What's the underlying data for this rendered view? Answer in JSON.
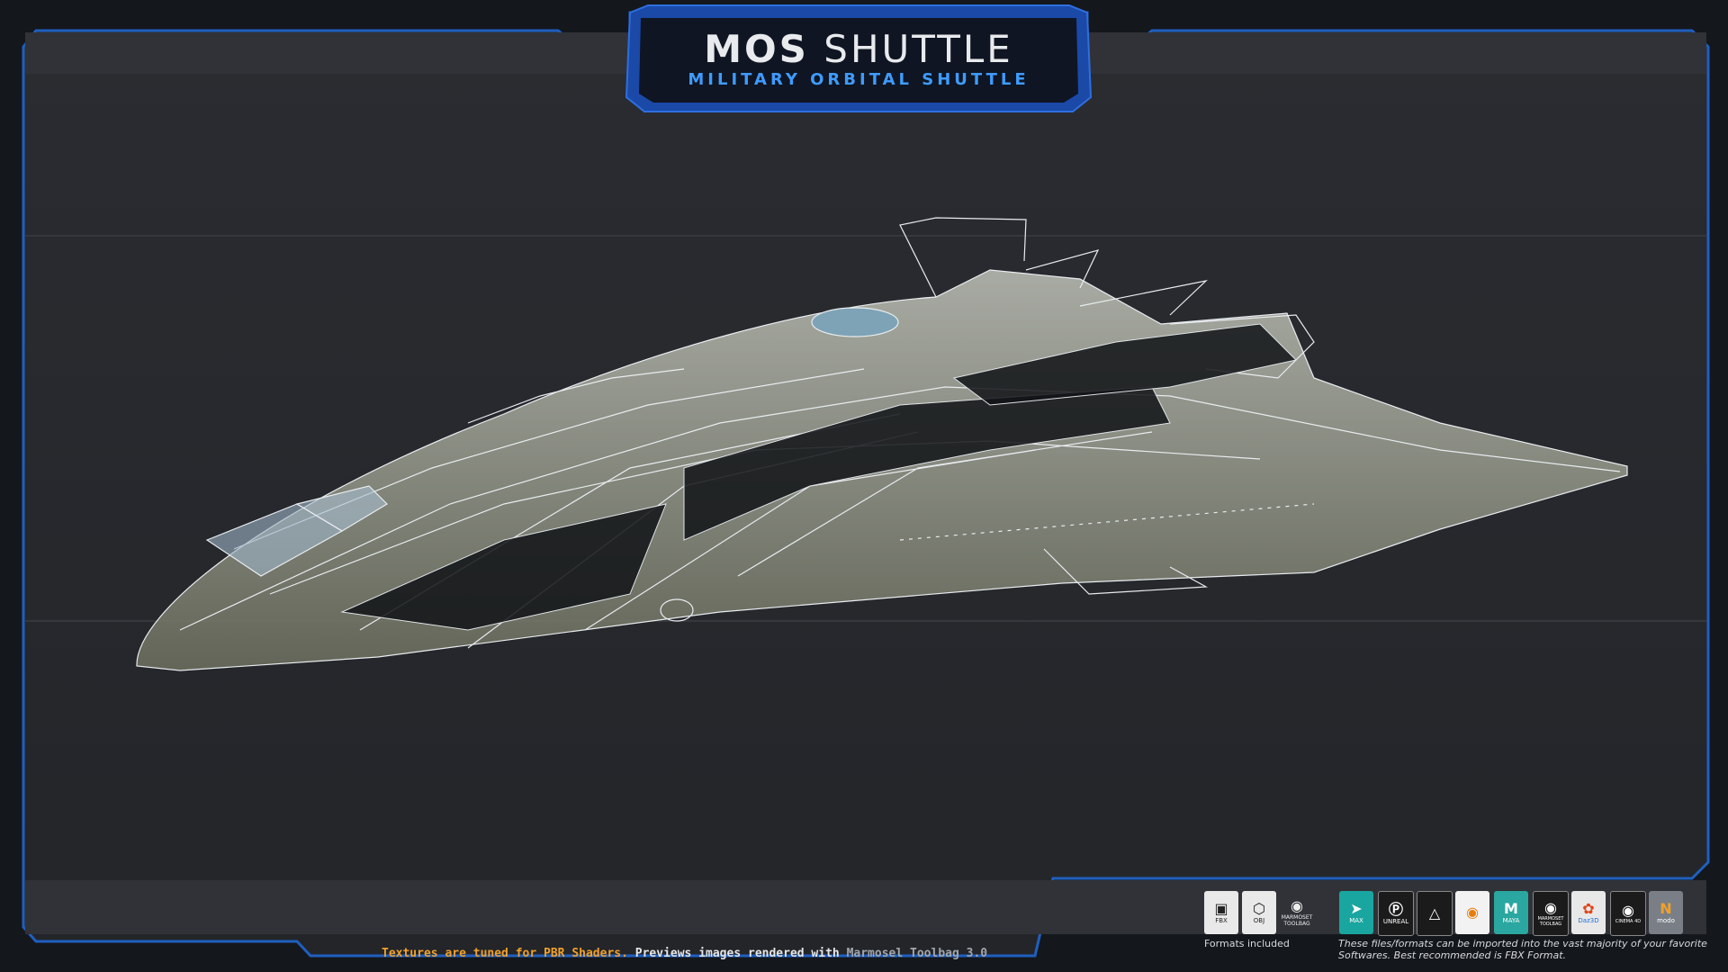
{
  "title": {
    "bold": "MOS",
    "light": "SHUTTLE",
    "subtitle": "MILITARY ORBITAL SHUTTLE"
  },
  "caption": {
    "part1": "Textures are tuned for PBR Shaders.",
    "part2": " Previews images rendered with ",
    "part3": "Marmosel Toolbag 3.0"
  },
  "formats": {
    "label": "Formats included",
    "items": [
      {
        "label": "FBX",
        "icon": "fbx-icon"
      },
      {
        "label": "OBJ",
        "icon": "obj-icon"
      },
      {
        "label": "MARMOSET TOOLBAG",
        "icon": "marmoset-icon"
      }
    ]
  },
  "software": {
    "items": [
      {
        "label": "MAX",
        "icon": "3dsmax-icon",
        "color": "#1aa6a0"
      },
      {
        "label": "UNREAL",
        "icon": "unreal-icon",
        "color": "#1b1b1b"
      },
      {
        "label": "",
        "icon": "unity-icon",
        "color": "#1b1b1b"
      },
      {
        "label": "",
        "icon": "blender-icon",
        "color": "#f2f2f2"
      },
      {
        "label": "MAYA",
        "icon": "maya-icon",
        "color": "#2aa7a0"
      },
      {
        "label": "MARMOSET TOOLBAG",
        "icon": "marmoset-icon",
        "color": "#1b1b1b"
      },
      {
        "label": "Daz3D",
        "icon": "daz3d-icon",
        "color": "#e8e8e8"
      },
      {
        "label": "CINEMA 4D",
        "icon": "cinema4d-icon",
        "color": "#1b1b1b"
      },
      {
        "label": "modo",
        "icon": "modo-icon",
        "color": "#7a7f87"
      }
    ],
    "note": "These files/formats can be imported into the vast majority of your favorite Softwares. Best recommended is FBX Format."
  },
  "colors": {
    "frame_blue": "#1f5fbf",
    "background": "#26282c",
    "accent_orange": "#f0a12a"
  }
}
